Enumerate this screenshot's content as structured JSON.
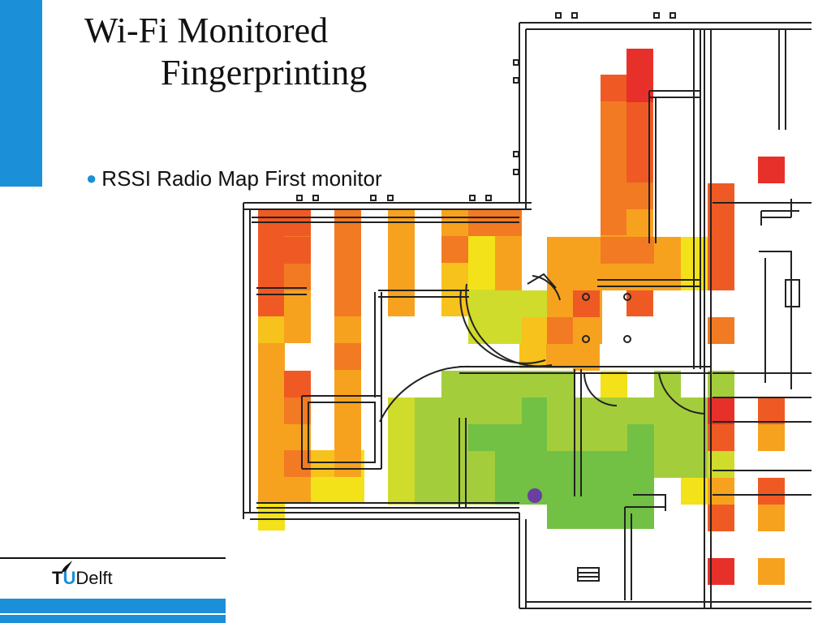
{
  "slide": {
    "title_line1": "Wi-Fi Monitored",
    "title_line2": "Fingerprinting",
    "bullet": "RSSI Radio Map First monitor"
  },
  "logo": {
    "tu_t": "T",
    "tu_u": "U",
    "name": "Delft"
  },
  "colors": {
    "accent": "#1b8fd8",
    "rssi_strong_red": "#e8302a",
    "rssi_orange_red": "#ef5a24",
    "rssi_orange": "#f27a23",
    "rssi_amber": "#f7a21f",
    "rssi_yellow_orange": "#f8c21c",
    "rssi_yellow": "#f3e21a",
    "rssi_yellow_green": "#cfdc2c",
    "rssi_light_green": "#a4cd3c",
    "rssi_green": "#72c044",
    "monitor_marker": "#6b3fa0"
  }
}
